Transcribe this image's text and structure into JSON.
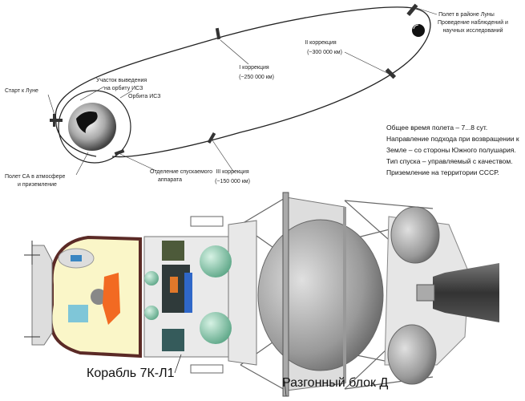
{
  "trajectory": {
    "moon_label": [
      "Полет в районе Луны",
      "Проведение наблюдений и",
      "научных исследований"
    ],
    "correction_2": [
      "II коррекция",
      "(~300 000 км)"
    ],
    "correction_1": [
      "I коррекция",
      "(~250 000 км)"
    ],
    "insertion": [
      "Участок выведения",
      "на орбиту ИСЗ"
    ],
    "earth_orbit": "Орбита ИСЗ",
    "start": "Старт к Луне",
    "reentry": [
      "Полет СА в атмосфере",
      "и приземление"
    ],
    "separation": [
      "Отделение спускаемого",
      "аппарата"
    ],
    "correction_3": [
      "III коррекция",
      "(~150 000 км)"
    ]
  },
  "notes": [
    "Общее время полета – 7...8 сут.",
    "Направление подхода при возвращении к",
    "Земле – со стороны Южного полушария.",
    "Тип спуска – управляемый с качеством.",
    "Приземление на территории СССР."
  ],
  "spacecraft": {
    "ship_label": "Корабль 7К-Л1",
    "booster_label": "Разгонный блок Д"
  }
}
